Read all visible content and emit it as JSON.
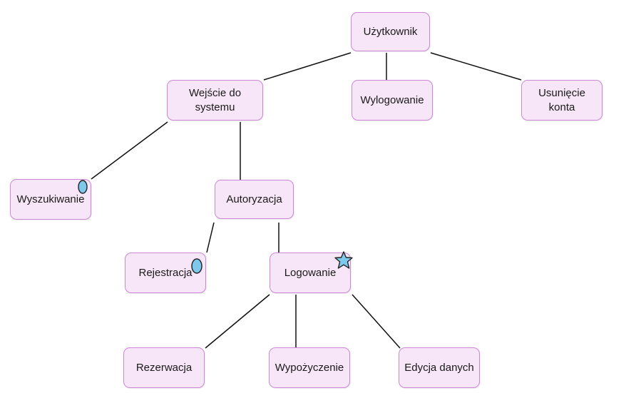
{
  "diagram": {
    "nodes": {
      "uzytkownik": "Użytkownik",
      "wejscie": "Wejście do\nsystemu",
      "wylogowanie": "Wylogowanie",
      "usuniecie": "Usunięcie\nkonta",
      "wyszukiwanie": "Wyszukiwanie",
      "autoryzacja": "Autoryzacja",
      "rejestracja": "Rejestracja",
      "logowanie": "Logowanie",
      "rezerwacja": "Rezerwacja",
      "wypozyczenie": "Wypożyczenie",
      "edycja": "Edycja danych"
    },
    "edges": [
      [
        "uzytkownik",
        "wejscie"
      ],
      [
        "uzytkownik",
        "wylogowanie"
      ],
      [
        "uzytkownik",
        "usuniecie"
      ],
      [
        "wejscie",
        "wyszukiwanie"
      ],
      [
        "wejscie",
        "autoryzacja"
      ],
      [
        "autoryzacja",
        "rejestracja"
      ],
      [
        "autoryzacja",
        "logowanie"
      ],
      [
        "logowanie",
        "rezerwacja"
      ],
      [
        "logowanie",
        "wypozyczenie"
      ],
      [
        "logowanie",
        "edycja"
      ]
    ],
    "markers": {
      "wyszukiwanie": "ellipse-marker",
      "rejestracja": "ellipse-marker",
      "logowanie": "star-marker"
    },
    "colors": {
      "node_fill": "#f7e6f7",
      "node_border": "#cc88d6",
      "marker_fill": "#7ec8ec",
      "edge": "#111111"
    }
  }
}
